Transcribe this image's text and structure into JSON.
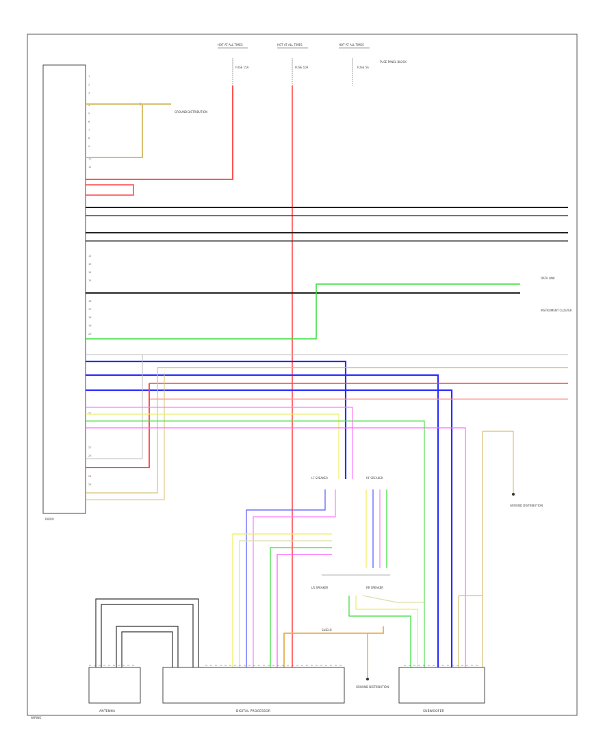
{
  "labels": {
    "fuse_a": "HOT AT ALL TIMES",
    "fuse_b": "HOT AT ALL TIMES",
    "fuse_c": "HOT AT ALL TIMES",
    "fuse_a_detail": "FUSE 15A",
    "fuse_b_detail": "FUSE 10A",
    "fuse_c_detail": "FUSE 5A",
    "fuse_c_note": "FUSE PANEL BLOCK",
    "left_module": "RADIO",
    "bottom_left": "ANTENNA",
    "bottom_center": "DIGITAL PROCESSOR",
    "bottom_right": "SUBWOOFER",
    "right_ref": "DATA LINK",
    "right_ref2": "INSTRUMENT CLUSTER",
    "ground_top": "GROUND DISTRIBUTION",
    "ground_bottom": "GROUND DISTRIBUTION",
    "ground_right": "GROUND DISTRIBUTION",
    "lf_speaker": "LF SPEAKER",
    "rf_speaker": "RF SPEAKER",
    "lr_speaker": "LR SPEAKER",
    "rr_speaker": "RR SPEAKER",
    "shield": "SHIELD",
    "footer": "WIRING"
  },
  "colors": {
    "red": "#ff3030",
    "red_light": "#ff9090",
    "blue": "#2a2aff",
    "green": "#33dd33",
    "pink": "#ff55ff",
    "yellow": "#eeee55",
    "tan": "#d8c070",
    "orange": "#ff9922",
    "gray": "#777777",
    "black": "#111111",
    "white_wire": "#cccccc"
  }
}
